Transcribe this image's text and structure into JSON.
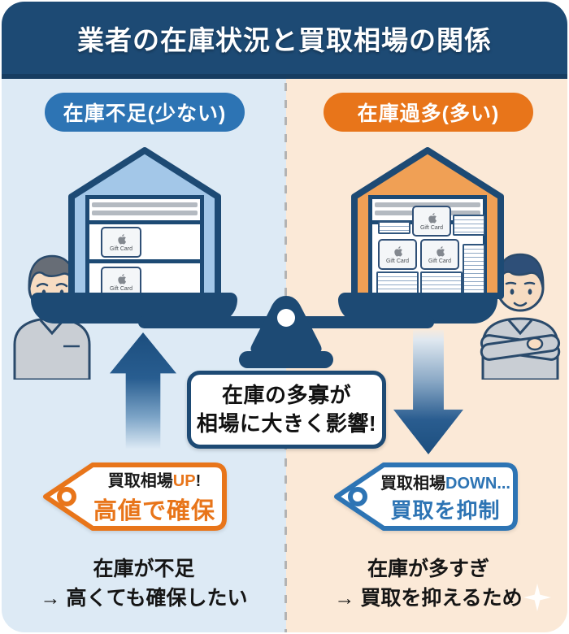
{
  "header": {
    "title": "業者の在庫状況と買取相場の関係"
  },
  "left_section": {
    "label": "在庫不足(少ない)",
    "tag": {
      "prefix": "買取相場",
      "highlight": "UP",
      "suffix": "!",
      "line2": "高値で確保"
    },
    "note_line1": "在庫が不足",
    "note_line2": "→ 高くても確保したい"
  },
  "right_section": {
    "label": "在庫過多(多い)",
    "tag": {
      "prefix": "買取相場",
      "highlight": "DOWN...",
      "suffix": "",
      "line2": "買取を抑制"
    },
    "note_line1": "在庫が多すぎ",
    "note_line2": "→ 買取を抑えるため"
  },
  "center_note": {
    "line1": "在庫の多寡が",
    "line2": "相場に大きく影響!"
  },
  "gift_card_label": "Gift Card",
  "colors": {
    "navy": "#1d4a74",
    "blue": "#2d74b4",
    "orange": "#e8751a",
    "bg_left": "#ddeaf5",
    "bg_right": "#fbe9d7"
  }
}
